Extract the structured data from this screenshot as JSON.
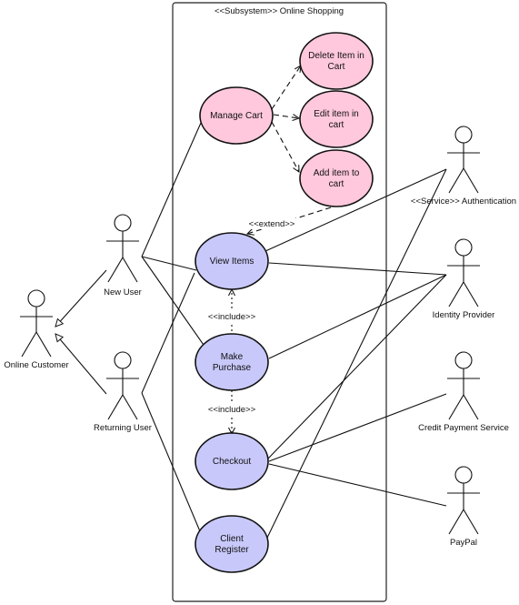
{
  "diagram": {
    "subsystem_title": "<<Subsystem>> Online Shopping",
    "colors": {
      "pink_fill": "#ffc8dc",
      "blue_fill": "#c8c8fa",
      "stroke": "#111111",
      "background": "#ffffff"
    },
    "use_cases": {
      "manage_cart": {
        "label_lines": [
          "Manage Cart"
        ],
        "color": "pink"
      },
      "delete_item": {
        "label_lines": [
          "Delete Item in",
          "Cart"
        ],
        "color": "pink"
      },
      "edit_item": {
        "label_lines": [
          "Edit item in",
          "cart"
        ],
        "color": "pink"
      },
      "add_item": {
        "label_lines": [
          "Add item to",
          "cart"
        ],
        "color": "pink"
      },
      "view_items": {
        "label_lines": [
          "View Items"
        ],
        "color": "blue"
      },
      "make_purchase": {
        "label_lines": [
          "Make",
          "Purchase"
        ],
        "color": "blue"
      },
      "checkout": {
        "label_lines": [
          "Checkout"
        ],
        "color": "blue"
      },
      "client_register": {
        "label_lines": [
          "Client",
          "Register"
        ],
        "color": "blue"
      }
    },
    "actors": {
      "online_customer": {
        "label": "Online Customer"
      },
      "new_user": {
        "label": "New User"
      },
      "returning_user": {
        "label": "Returning User"
      },
      "authentication": {
        "label": "<<Service>> Authentication"
      },
      "identity_provider": {
        "label": "Identity Provider"
      },
      "credit_payment": {
        "label": "Credit Payment Service"
      },
      "paypal": {
        "label": "PayPal"
      }
    },
    "relationship_labels": {
      "extend": "<<extend>>",
      "include_1": "<<include>>",
      "include_2": "<<include>>"
    }
  }
}
